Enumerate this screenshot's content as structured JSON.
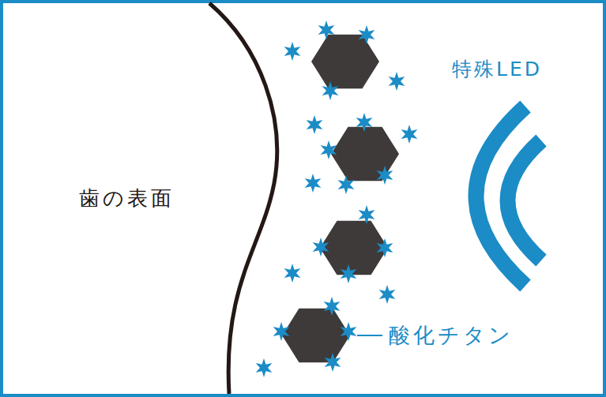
{
  "diagram": {
    "labels": [
      "歯の表面",
      "特殊LED",
      "酸化チタン"
    ]
  }
}
